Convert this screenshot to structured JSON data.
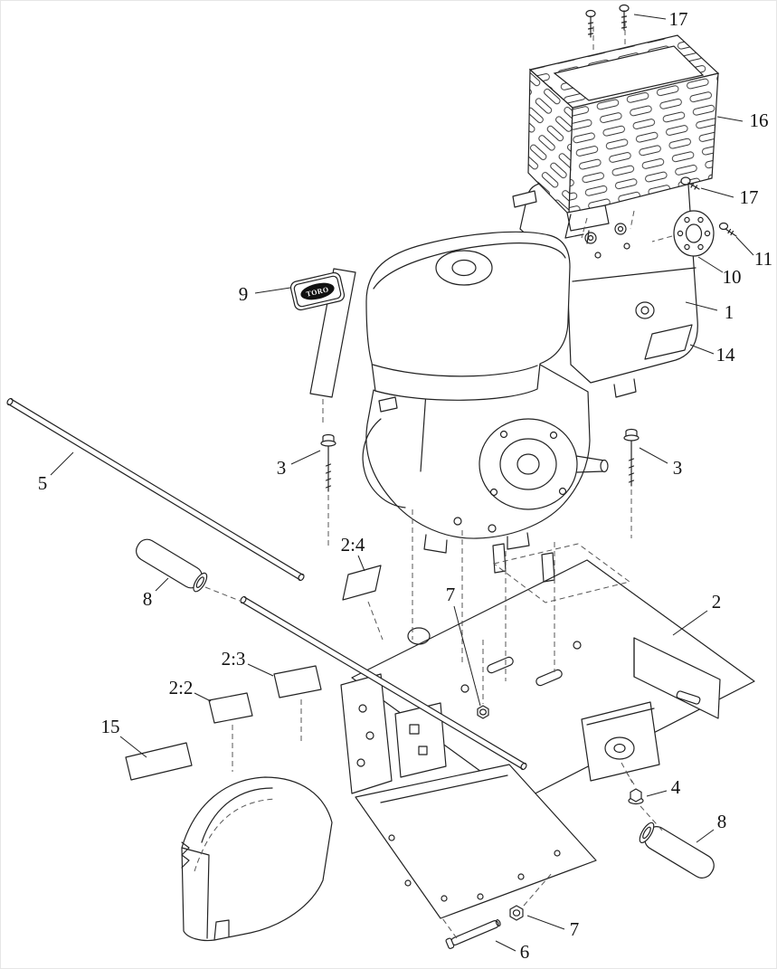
{
  "diagram": {
    "brand_decal_text": "TORO",
    "colors": {
      "line": "#222222",
      "background": "#ffffff",
      "label": "#111111",
      "decal_fill": "#111111"
    },
    "callouts": [
      {
        "label": "17",
        "part": "screws-top"
      },
      {
        "label": "16",
        "part": "debris-screen"
      },
      {
        "label": "17",
        "part": "screw-side"
      },
      {
        "label": "11",
        "part": "small-bolt"
      },
      {
        "label": "10",
        "part": "output-flange"
      },
      {
        "label": "1",
        "part": "engine"
      },
      {
        "label": "14",
        "part": "decal"
      },
      {
        "label": "9",
        "part": "brand-decal"
      },
      {
        "label": "3",
        "part": "mount-bolt-left"
      },
      {
        "label": "3",
        "part": "mount-bolt-right"
      },
      {
        "label": "5",
        "part": "handle-tube"
      },
      {
        "label": "8",
        "part": "grip-left"
      },
      {
        "label": "2:4",
        "part": "decal"
      },
      {
        "label": "7",
        "part": "nut-upper"
      },
      {
        "label": "2",
        "part": "frame"
      },
      {
        "label": "2:3",
        "part": "decal"
      },
      {
        "label": "2:2",
        "part": "decal"
      },
      {
        "label": "15",
        "part": "decal"
      },
      {
        "label": "4",
        "part": "flange-nut"
      },
      {
        "label": "8",
        "part": "grip-right"
      },
      {
        "label": "7",
        "part": "nut-lower"
      },
      {
        "label": "6",
        "part": "pin"
      }
    ]
  }
}
